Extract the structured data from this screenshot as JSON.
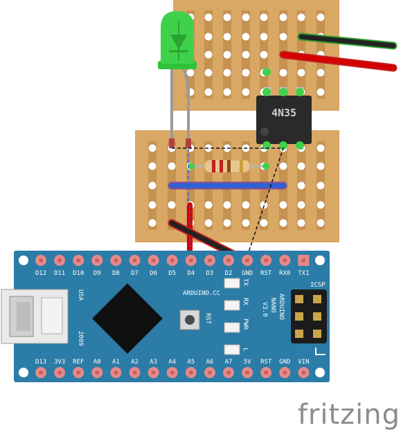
{
  "board": {
    "top_pins": [
      "D12",
      "D11",
      "D10",
      "D9",
      "D8",
      "D7",
      "D6",
      "D5",
      "D4",
      "D3",
      "D2",
      "GND",
      "RST",
      "RX0",
      "TX1"
    ],
    "bottom_pins": [
      "D13",
      "3V3",
      "REF",
      "A0",
      "A1",
      "A2",
      "A3",
      "A4",
      "A5",
      "A6",
      "A7",
      "5V",
      "RST",
      "GND",
      "VIN"
    ],
    "usb_label": "USA",
    "year_label": "2009",
    "site_label": "ARDUINO.CC",
    "name_lines": [
      "ARDUINO",
      "NANO",
      "V3.0"
    ],
    "icsp_label": "ICSP",
    "reset_label": "RST",
    "led_labels": [
      "TX",
      "RX",
      "PWR",
      "L"
    ]
  },
  "optocoupler": {
    "label": "4N35"
  },
  "branding": {
    "text": "fritzing"
  },
  "colors": {
    "stripboard": "#d9a865",
    "nano_blue": "#2b7ca6",
    "led_green": "#3fd14a",
    "wire_red": "#d40000",
    "wire_black": "#222222",
    "wire_blue": "#2a63d4",
    "wire_grey": "#9a9a9a"
  }
}
